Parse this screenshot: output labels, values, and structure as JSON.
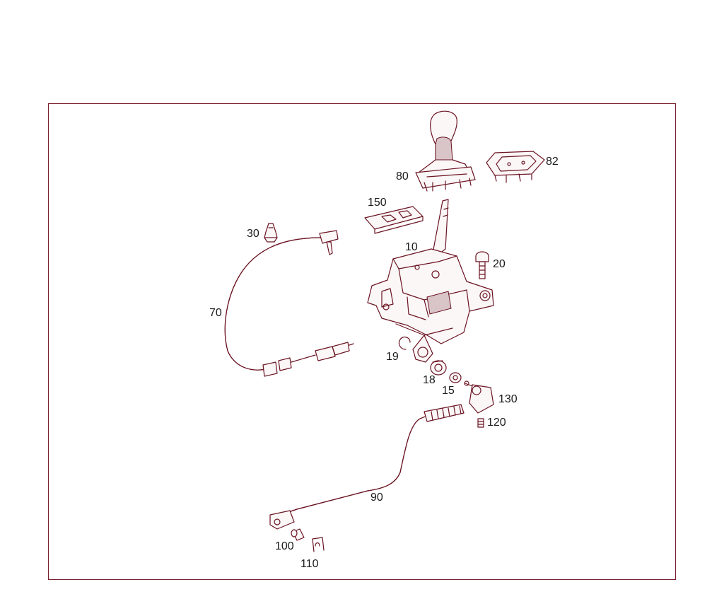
{
  "callouts": {
    "p10": "10",
    "p15": "15",
    "p18": "18",
    "p19": "19",
    "p20": "20",
    "p30": "30",
    "p70": "70",
    "p80": "80",
    "p82": "82",
    "p90": "90",
    "p100": "100",
    "p110": "110",
    "p120": "120",
    "p130": "130",
    "p150": "150"
  },
  "colors": {
    "line": "#6b1422",
    "frame": "#7a1f2e",
    "text": "#1a1a1a"
  }
}
